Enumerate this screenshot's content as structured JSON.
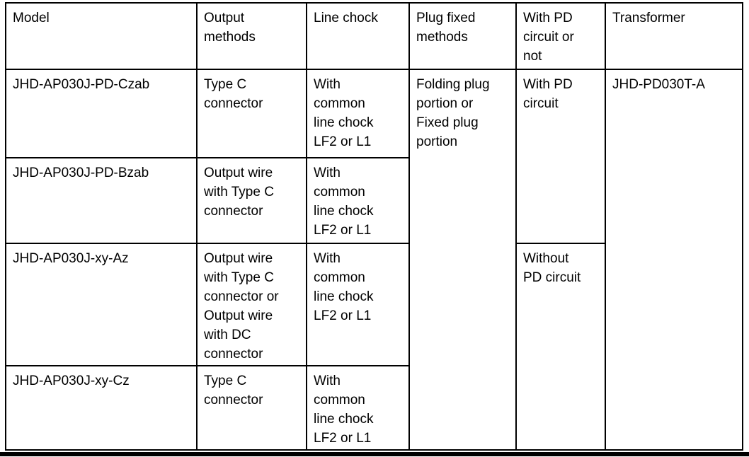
{
  "table": {
    "headers": [
      "Model",
      "Output\nmethods",
      "Line chock",
      "Plug fixed\nmethods",
      "With PD\ncircuit or\nnot",
      "Transformer"
    ],
    "rows": [
      {
        "model": "JHD-AP030J-PD-Czab",
        "output_methods": "Type C\nconnector",
        "line_chock": "With\ncommon\nline chock\nLF2 or L1"
      },
      {
        "model": "JHD-AP030J-PD-Bzab",
        "output_methods": "Output wire\nwith Type C\nconnector",
        "line_chock": "With\ncommon\nline chock\nLF2 or L1"
      },
      {
        "model": "JHD-AP030J-xy-Az",
        "output_methods": "Output wire\nwith Type C\nconnector or\nOutput wire\nwith DC\nconnector",
        "line_chock": "With\ncommon\nline chock\nLF2 or L1"
      },
      {
        "model": "JHD-AP030J-xy-Cz",
        "output_methods": "Type C\nconnector",
        "line_chock": "With\ncommon\nline chock\nLF2 or L1"
      }
    ],
    "plug_fixed_methods": "Folding plug\nportion or\nFixed plug\nportion",
    "pd_circuit": {
      "with": "With PD\ncircuit",
      "without": "Without\nPD circuit"
    },
    "transformer": "JHD-PD030T-A"
  }
}
